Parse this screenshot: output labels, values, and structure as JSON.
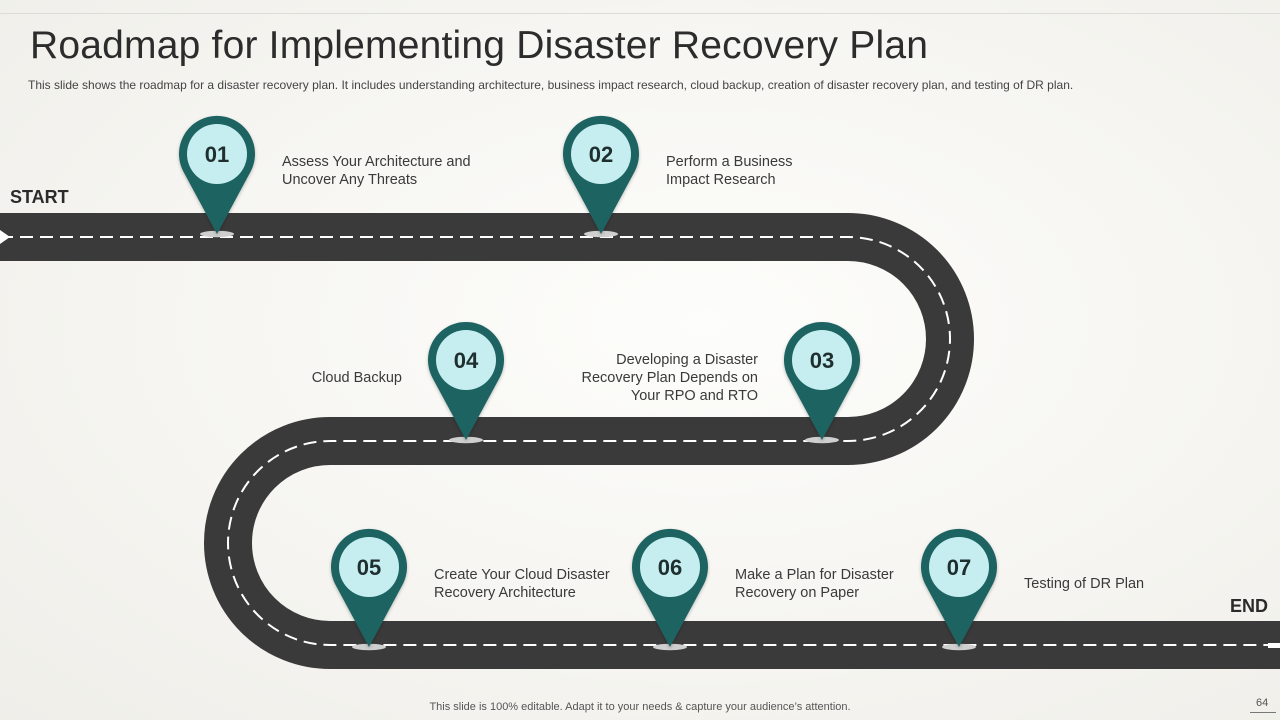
{
  "slide": {
    "title": "Roadmap for Implementing Disaster Recovery Plan",
    "subtitle": "This slide shows the roadmap for a disaster recovery plan. It includes understanding architecture, business impact research, cloud backup, creation of disaster recovery plan, and testing of DR plan.",
    "start_label": "START",
    "end_label": "END",
    "footer": "This slide is 100% editable. Adapt it to your needs & capture your audience’s attention.",
    "page_number": "64"
  },
  "colors": {
    "road": "#3a3a3a",
    "road_dash": "#ffffff",
    "pin": "#1f6362",
    "pin_inner": "#c6eef0",
    "pin_text": "#1f2e2e"
  },
  "steps": [
    {
      "number": "01",
      "line1": "Assess Your Architecture and",
      "line2": "Uncover Any Threats",
      "line3": ""
    },
    {
      "number": "02",
      "line1": "Perform a Business",
      "line2": "Impact Research",
      "line3": ""
    },
    {
      "number": "03",
      "line1": "Developing  a Disaster",
      "line2": "Recovery Plan Depends on",
      "line3": "Your RPO and RTO"
    },
    {
      "number": "04",
      "line1": "Cloud Backup",
      "line2": "",
      "line3": ""
    },
    {
      "number": "05",
      "line1": "Create Your Cloud Disaster",
      "line2": "Recovery Architecture",
      "line3": ""
    },
    {
      "number": "06",
      "line1": "Make  a Plan for Disaster",
      "line2": "Recovery on Paper",
      "line3": ""
    },
    {
      "number": "07",
      "line1": "Testing of DR Plan",
      "line2": "",
      "line3": ""
    }
  ]
}
